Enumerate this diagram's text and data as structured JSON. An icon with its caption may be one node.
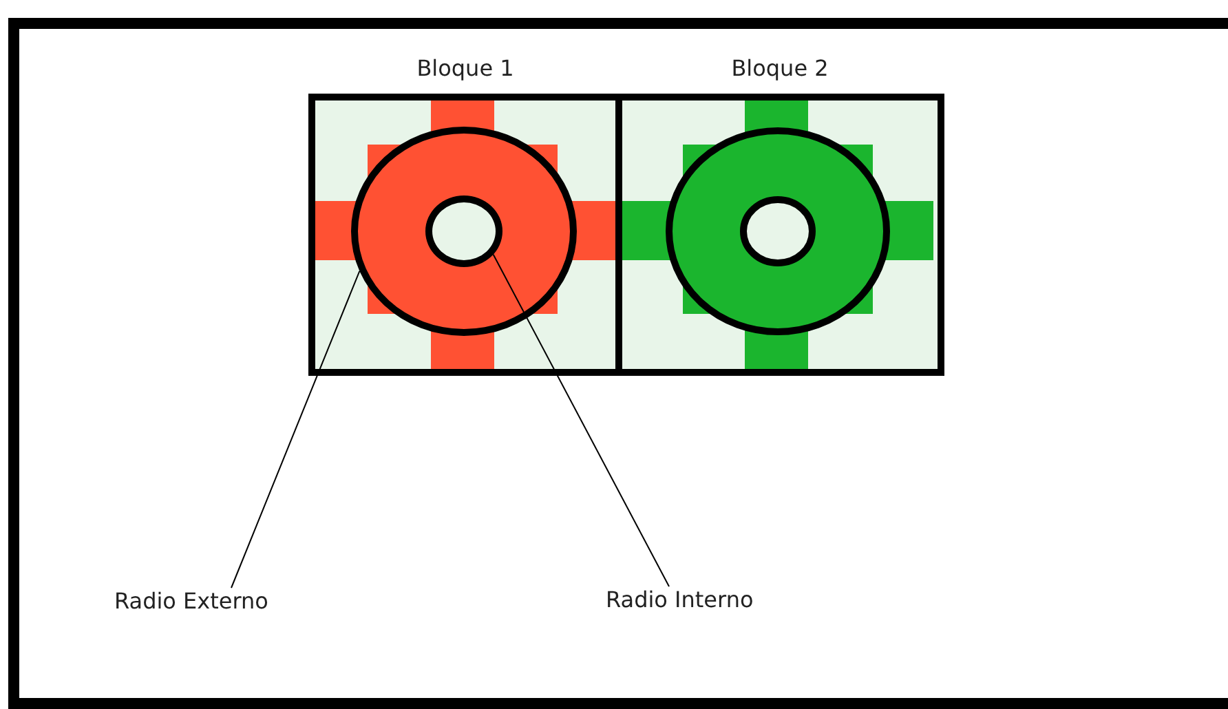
{
  "diagram": {
    "nodes": [
      {
        "text": [
          "Bloque 1"
        ]
      },
      {
        "text": [
          "Bloque 2"
        ]
      },
      {
        "text": [
          "Radio Externo"
        ]
      },
      {
        "text": [
          "Radio Interno"
        ]
      },
      {
        "text": [],
        "shape": "circle",
        "in": 0
      },
      {
        "text": [],
        "shape": "circle",
        "in": 4
      }
    ],
    "edges": [
      {
        "from": 2,
        "to": 4,
        "arrow": "none"
      },
      {
        "from": 3,
        "to": 5,
        "arrow": "none"
      }
    ]
  }
}
